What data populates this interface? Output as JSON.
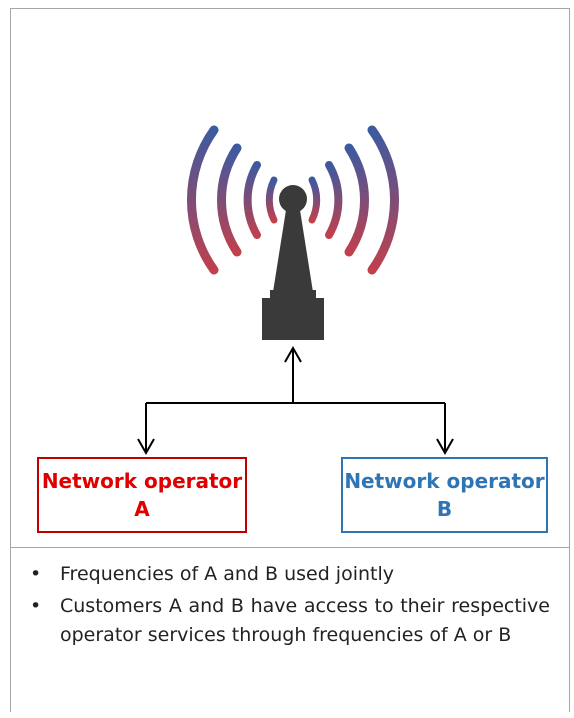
{
  "colors": {
    "frame": "#a6a6a6",
    "tower": "#3a3a3a",
    "operator_a": "#c00000",
    "operator_b": "#2e75b6",
    "arrow": "#000000",
    "wave_outer": "#c0404e",
    "wave_inner": "#3d5aa0"
  },
  "operators": [
    {
      "label": "Network operator A"
    },
    {
      "label": "Network operator B"
    }
  ],
  "notes": [
    "Frequencies of A and B used jointly",
    "Customers A and B have access to their respective operator services through frequencies of A or B"
  ],
  "icons": {
    "tower": "antenna-tower-icon",
    "waves": "radio-waves-icon",
    "bullet": "•"
  }
}
